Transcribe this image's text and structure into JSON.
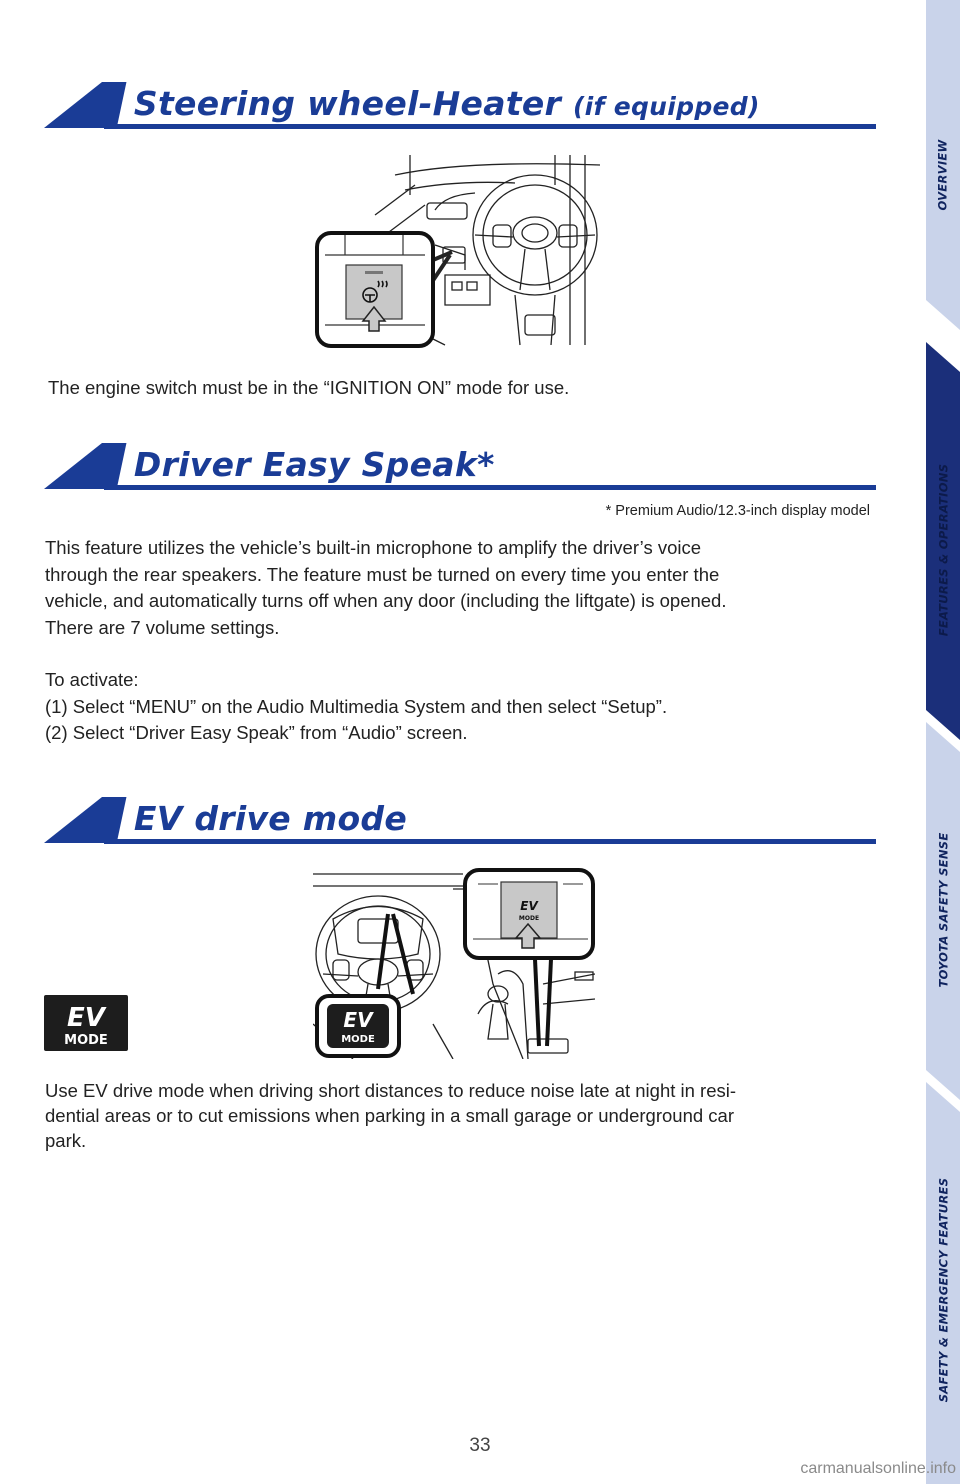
{
  "sections": {
    "steering": {
      "title": "Steering wheel-Heater",
      "title_suffix": "(if equipped)",
      "note": "The engine switch must be in the “IGNITION ON” mode for use."
    },
    "speak": {
      "title": "Driver Easy Speak*",
      "footnote": "* Premium Audio/12.3-inch display model",
      "paragraph_lines": [
        "This feature utilizes the vehicle’s built-in microphone to amplify the driver’s voice",
        "through the rear speakers. The feature must be turned on every time you enter the",
        "vehicle, and automatically turns off when any door (including the liftgate) is opened.",
        "There are 7 volume settings."
      ],
      "activate_heading": "To activate:",
      "steps": [
        "(1) Select “MENU” on the Audio Multimedia System and then select “Setup”.",
        "(2) Select “Driver Easy Speak” from “Audio” screen."
      ]
    },
    "ev": {
      "title": "EV drive mode",
      "badge_top": "EV",
      "badge_bottom": "MODE",
      "paragraph_lines": [
        "Use EV drive mode when driving short distances to reduce noise late at night in resi-",
        "dential areas or to cut emissions when parking in a small garage or underground car",
        "park."
      ]
    }
  },
  "side_nav": [
    {
      "label": "OVERVIEW",
      "active": false
    },
    {
      "label": "FEATURES & OPERATIONS",
      "active": true
    },
    {
      "label": "TOYOTA SAFETY SENSE",
      "active": false
    },
    {
      "label": "SAFETY & EMERGENCY FEATURES",
      "active": false
    }
  ],
  "colors": {
    "brand_blue": "#1a3c96",
    "nav_light": "#c9d3ea",
    "nav_active": "#1b2f7a"
  },
  "page_number": "33",
  "watermark": "carmanualsonline.info"
}
